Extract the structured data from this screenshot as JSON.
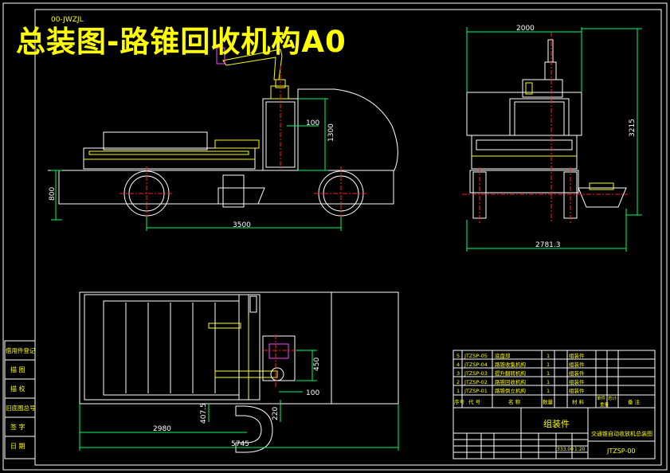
{
  "title": "总装图-路锥回收机构A0",
  "code_tag": "00-JWZJL",
  "colors": {
    "background": "#000000",
    "frame": "#ffffff",
    "yellow": "#ffff00",
    "dim": "#00ff66",
    "center": "#ff2020",
    "magenta": "#ff44ff",
    "cyan": "#00ffff"
  },
  "dimensions": {
    "front_width": "3500",
    "front_height_left": "800",
    "front_box_height": "1300",
    "front_box_offset": "100",
    "side_top_width": "2000",
    "side_height": "3215",
    "side_bottom_width": "2781.3",
    "plan_offset_right": "100",
    "plan_height_right": "450",
    "plan_small": "220",
    "plan_left_small": "407.5",
    "plan_inner_width": "2980",
    "plan_total_width": "5745"
  },
  "side_panel": [
    "借用件登记",
    "描 图",
    "描 校",
    "旧底图总号",
    "签 字",
    "日 期"
  ],
  "parts_table": {
    "rows": [
      {
        "no": "5",
        "code": "JTZSP-05",
        "name": "底盘部",
        "qty": "1",
        "note": "组装件"
      },
      {
        "no": "4",
        "code": "JTZSP-04",
        "name": "路锥收集机构",
        "qty": "1",
        "note": "组装件"
      },
      {
        "no": "3",
        "code": "JTZSP-03",
        "name": "提升翻转机构",
        "qty": "1",
        "note": "组装件"
      },
      {
        "no": "2",
        "code": "JTZSP-02",
        "name": "路锥回收机构",
        "qty": "1",
        "note": "组装件"
      },
      {
        "no": "1",
        "code": "JTZSP-01",
        "name": "路锥倒立机构",
        "qty": "1",
        "note": "组装件"
      }
    ],
    "header": [
      "序号",
      "代 号",
      "名 称",
      "数量",
      "材 料",
      "单件",
      "总计",
      "重量",
      "备 注"
    ],
    "assembly_label": "组装件",
    "drawing_name": "交通锥自动收放机总装图",
    "drawing_code": "JTZSP-00",
    "scale": "1:20",
    "weight": "333.00"
  }
}
